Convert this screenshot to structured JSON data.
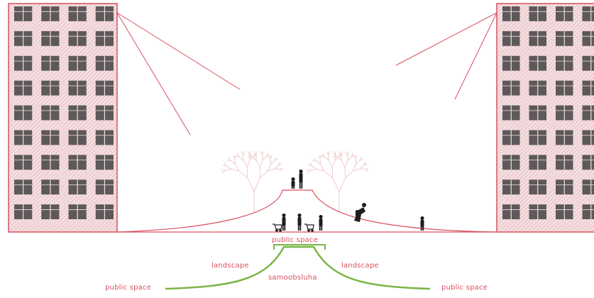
{
  "colors": {
    "red": "#d9505e",
    "green": "#7ab648",
    "building_fill": "#f3dfe1",
    "window": "#3d3d3d",
    "tree": "#f1c9cc",
    "figure": "#1e1e1e"
  },
  "labels": {
    "public_space_top": "public space",
    "landscape_left": "landscape",
    "landscape_right": "landscape",
    "samoobsluha": "samoobsluha",
    "public_space_left": "public space",
    "public_space_right": "public space"
  }
}
